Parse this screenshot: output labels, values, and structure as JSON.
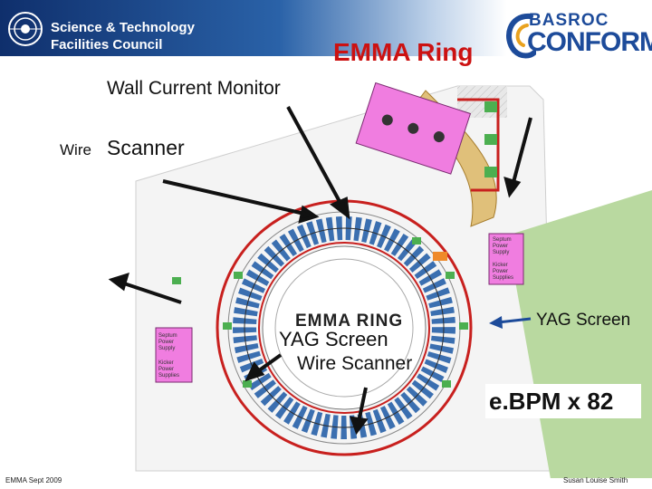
{
  "header": {
    "org_line1": "Science & Technology",
    "org_line2": "Facilities Council",
    "title": "EMMA Ring",
    "partner_line1": "BASROC",
    "partner_line2": "CONFORM"
  },
  "labels": {
    "wall_current_monitor": "Wall Current Monitor",
    "wire_small": "Wire",
    "scanner": "Scanner",
    "yag_screen_right": "YAG Screen",
    "yag_screen_center": "YAG Screen",
    "wire_scanner_center": "Wire Scanner",
    "ebpm": "e.BPM x 82",
    "emma_ring": "EMMA RING"
  },
  "plan_notes": {
    "septum_right": "Septum Power Supply",
    "kicker_right": "Kicker Power Supplies",
    "septum_left": "Septum Power Supply",
    "kicker_left": "Kicker Power Supplies"
  },
  "footer": {
    "date": "EMMA Sept 2009",
    "author": "Susan Louise Smith"
  },
  "colors": {
    "title": "#cc1111",
    "header_band": "#1a4288",
    "ring_red": "#c8201e",
    "magnet_blue": "#3b6fb0",
    "floor_green": "#b9d9a0"
  }
}
